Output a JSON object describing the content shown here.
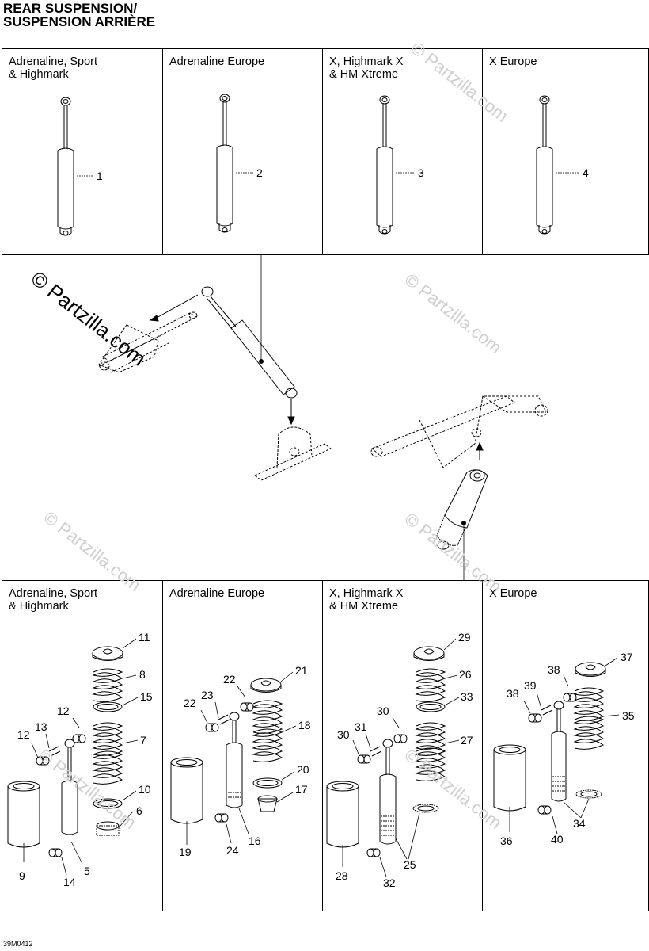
{
  "title": {
    "line1": "REAR SUSPENSION/",
    "line2": "SUSPENSION ARRIÈRE"
  },
  "top_panel": {
    "cells": [
      {
        "label": "Adrenaline, Sport\n& Highmark",
        "callout": "1"
      },
      {
        "label": "Adrenaline Europe",
        "callout": "2"
      },
      {
        "label": "X, Highmark X\n& HM Xtreme",
        "callout": "3"
      },
      {
        "label": "X Europe",
        "callout": "4"
      }
    ]
  },
  "bottom_panel": {
    "cells": [
      {
        "label": "Adrenaline, Sport\n& Highmark",
        "callouts": [
          "11",
          "8",
          "15",
          "7",
          "10",
          "6",
          "12",
          "12",
          "13",
          "9",
          "14",
          "5"
        ]
      },
      {
        "label": "Adrenaline Europe",
        "callouts": [
          "21",
          "22",
          "22",
          "23",
          "18",
          "20",
          "17",
          "19",
          "24",
          "16"
        ]
      },
      {
        "label": "X, Highmark X\n& HM Xtreme",
        "callouts": [
          "29",
          "26",
          "33",
          "27",
          "30",
          "30",
          "31",
          "28",
          "32",
          "25"
        ]
      },
      {
        "label": "X Europe",
        "callouts": [
          "37",
          "38",
          "38",
          "39",
          "35",
          "36",
          "40",
          "34"
        ]
      }
    ]
  },
  "watermark": "© Partzilla.com",
  "diagram_code": "39M0412"
}
